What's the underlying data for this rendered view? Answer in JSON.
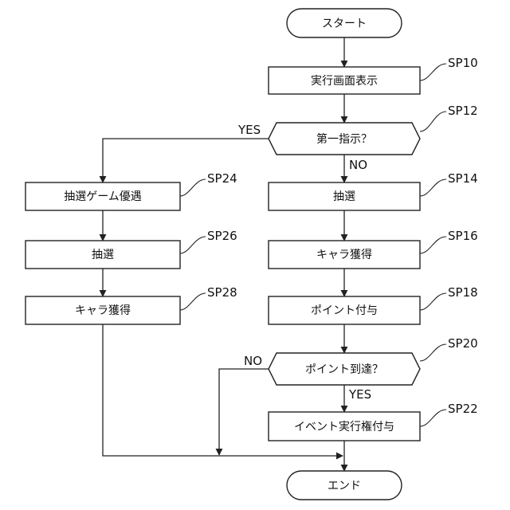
{
  "flowchart": {
    "start": "スタート",
    "end": "エンド",
    "steps": {
      "sp10": {
        "ref": "SP10",
        "text": "実行画面表示"
      },
      "sp12": {
        "ref": "SP12",
        "text": "第一指示？"
      },
      "sp14": {
        "ref": "SP14",
        "text": "抽選"
      },
      "sp16": {
        "ref": "SP16",
        "text": "キャラ獲得"
      },
      "sp18": {
        "ref": "SP18",
        "text": "ポイント付与"
      },
      "sp20": {
        "ref": "SP20",
        "text": "ポイント到達？"
      },
      "sp22": {
        "ref": "SP22",
        "text": "イベント実行権付与"
      },
      "sp24": {
        "ref": "SP24",
        "text": "抽選ゲーム優遇"
      },
      "sp26": {
        "ref": "SP26",
        "text": "抽選"
      },
      "sp28": {
        "ref": "SP28",
        "text": "キャラ獲得"
      }
    },
    "branch_labels": {
      "sp12_yes": "YES",
      "sp12_no": "NO",
      "sp20_no": "NO",
      "sp20_yes": "YES"
    }
  }
}
